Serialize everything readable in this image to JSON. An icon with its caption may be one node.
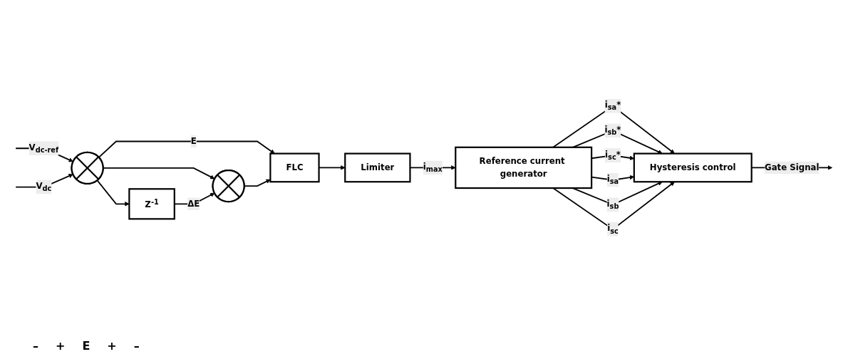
{
  "diagram": {
    "nodes": [
      {
        "text": [],
        "shape": "circle"
      },
      {
        "text": [
          "Z$^{-1}$"
        ]
      },
      {
        "text": [],
        "shape": "circle"
      },
      {
        "text": [
          "FLC"
        ]
      },
      {
        "text": [
          "Limiter"
        ]
      },
      {
        "text": [
          "Reference current generator"
        ]
      },
      {
        "text": [
          "Hysteresis control"
        ]
      }
    ],
    "edges": [
      {
        "from": null,
        "to": 0,
        "arrow": "to",
        "label": "V$_{dc-ref}$"
      },
      {
        "from": null,
        "to": 0,
        "arrow": "to",
        "label": "V$_{dc}$"
      },
      {
        "from": 0,
        "to": 1,
        "arrow": "to"
      },
      {
        "from": 0,
        "to": 2,
        "arrow": "to"
      },
      {
        "from": 0,
        "to": 3,
        "arrow": "to",
        "label": "E"
      },
      {
        "from": 1,
        "to": 2,
        "arrow": "to",
        "label": "ΔE"
      },
      {
        "from": 2,
        "to": 3,
        "arrow": "to"
      },
      {
        "from": 3,
        "to": 4,
        "arrow": "to"
      },
      {
        "from": 4,
        "to": 5,
        "arrow": "to",
        "label": "i$_{max}$"
      },
      {
        "from": 5,
        "to": 6,
        "arrow": "to",
        "label": "i$_{sa}$*"
      },
      {
        "from": 5,
        "to": 6,
        "arrow": "to",
        "label": "i$_{sb}$*"
      },
      {
        "from": 5,
        "to": 6,
        "arrow": "to",
        "label": "i$_{sc}$*"
      },
      {
        "from": 5,
        "to": 6,
        "arrow": "to",
        "label": "i$_{sa}$"
      },
      {
        "from": 5,
        "to": 6,
        "arrow": "to",
        "label": "i$_{sb}$"
      },
      {
        "from": 5,
        "to": 6,
        "arrow": "to",
        "label": "i$_{sc}$"
      },
      {
        "from": 6,
        "to": null,
        "arrow": "to",
        "label": "Gate Signal"
      }
    ],
    "labels": [
      "–",
      "+",
      "E",
      "+",
      "–"
    ]
  }
}
